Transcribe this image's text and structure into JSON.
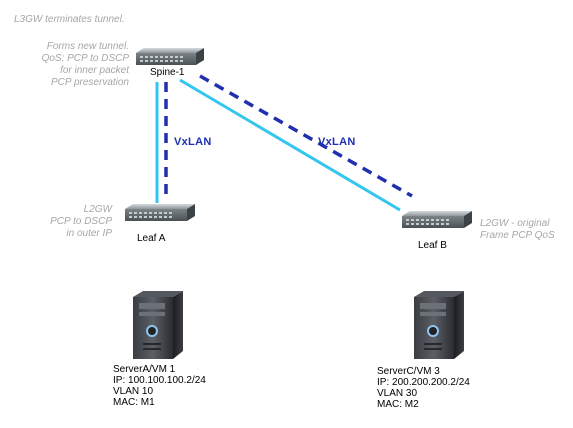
{
  "notes": {
    "l3gw": "L3GW terminates tunnel.",
    "spine_note": [
      "Forms new tunnel.",
      "QoS: PCP to DSCP",
      "for inner packet",
      "PCP preservation"
    ],
    "leafa_note": [
      "L2GW",
      "PCP to DSCP",
      "in outer IP"
    ],
    "leafb_note": [
      "L2GW - original",
      "Frame PCP QoS"
    ]
  },
  "nodes": {
    "spine": "Spine-1",
    "leaf_a": "Leaf A",
    "leaf_b": "Leaf B"
  },
  "links": {
    "vxlan_left": "VxLAN",
    "vxlan_right": "VxLAN"
  },
  "servers": {
    "a": {
      "name": "ServerA/VM 1",
      "ip": "IP: 100.100.100.2/24",
      "vlan": "VLAN 10",
      "mac": "MAC: M1"
    },
    "c": {
      "name": "ServerC/VM 3",
      "ip": "IP: 200.200.200.2/24",
      "vlan": "VLAN 30",
      "mac": "MAC: M2"
    }
  },
  "colors": {
    "link": "#33c6ee",
    "tunnel": "#1f2fb0",
    "note": "#a6a6a6"
  }
}
